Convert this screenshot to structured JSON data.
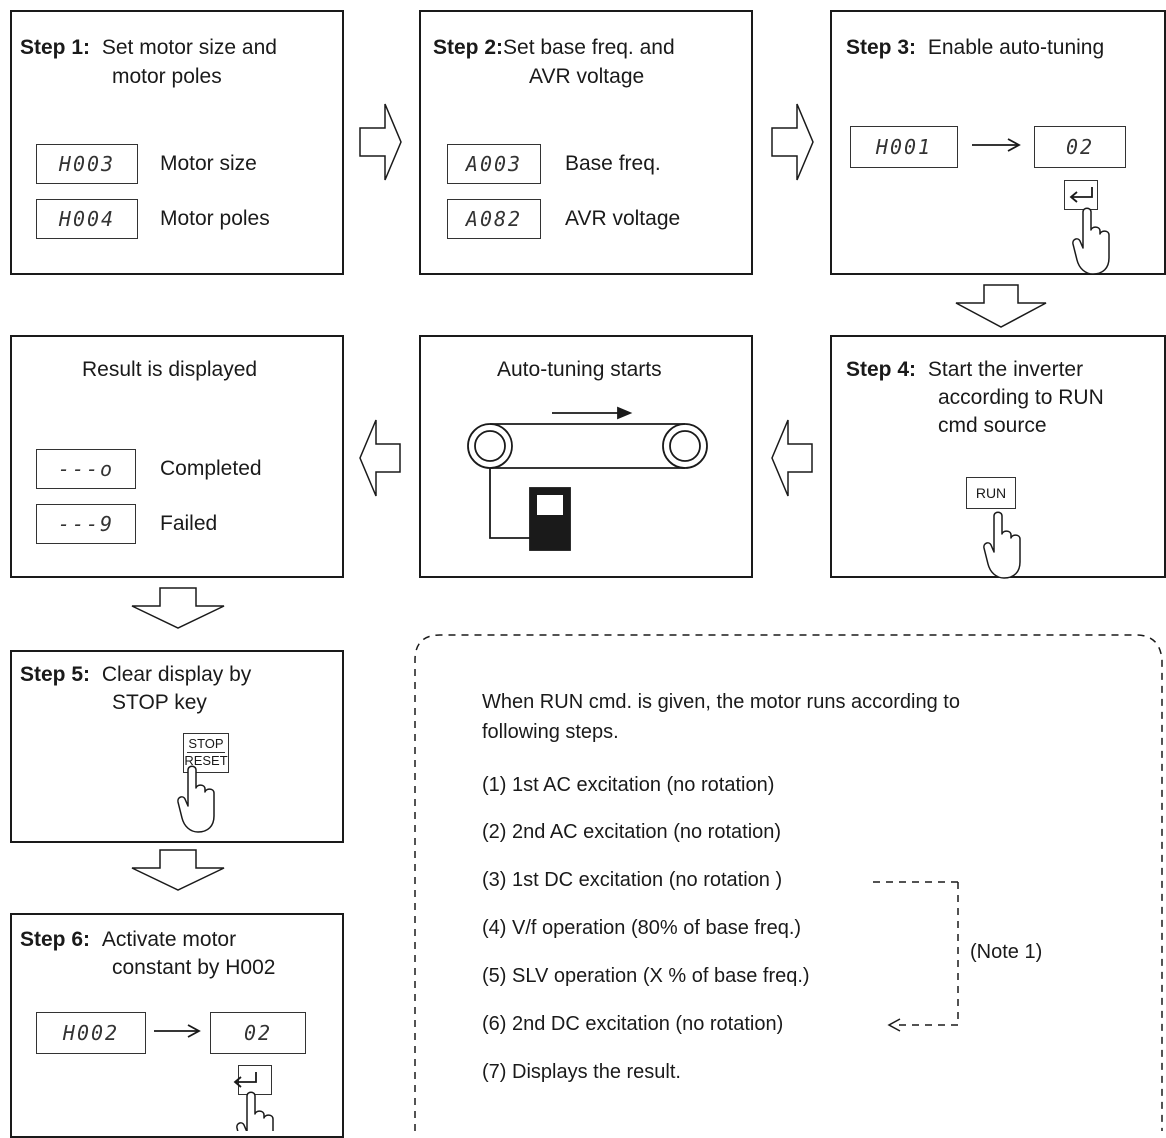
{
  "step1": {
    "label": "Step 1:",
    "title_line1": "Set motor size and",
    "title_line2": "motor poles",
    "items": [
      {
        "display": "H003",
        "label": "Motor size"
      },
      {
        "display": "H004",
        "label": "Motor poles"
      }
    ]
  },
  "step2": {
    "label": "Step 2:",
    "title_line1": "Set base freq. and",
    "title_line2": "AVR voltage",
    "items": [
      {
        "display": "A003",
        "label": "Base freq."
      },
      {
        "display": "A082",
        "label": "AVR voltage"
      }
    ]
  },
  "step3": {
    "label": "Step 3:",
    "title": "Enable auto-tuning",
    "display_from": "H001",
    "display_to": "02"
  },
  "step4": {
    "label": "Step 4:",
    "title_line1": "Start the inverter",
    "title_line2": "according to RUN",
    "title_line3": "cmd source",
    "key": "RUN"
  },
  "autotune": {
    "title": "Auto-tuning starts"
  },
  "result": {
    "title": "Result is displayed",
    "items": [
      {
        "display": "---o",
        "label": "Completed"
      },
      {
        "display": "---9",
        "label": "Failed"
      }
    ]
  },
  "step5": {
    "label": "Step 5:",
    "title_line1": "Clear display by",
    "title_line2": "STOP key",
    "key_top": "STOP",
    "key_bottom": "RESET"
  },
  "step6": {
    "label": "Step 6:",
    "title_line1": "Activate motor",
    "title_line2": "constant by H002",
    "display_from": "H002",
    "display_to": "02"
  },
  "notes": {
    "intro_line1": "When RUN cmd. is given, the motor runs according to",
    "intro_line2": "following steps.",
    "steps": [
      "(1) 1st AC excitation (no rotation)",
      "(2) 2nd AC excitation (no rotation)",
      "(3) 1st DC excitation (no rotation )",
      "(4) V/f operation (80% of base freq.)",
      "(5) SLV operation (X % of base freq.)",
      "(6) 2nd DC excitation (no rotation)",
      "(7) Displays the result."
    ],
    "note_label": "(Note 1)"
  }
}
